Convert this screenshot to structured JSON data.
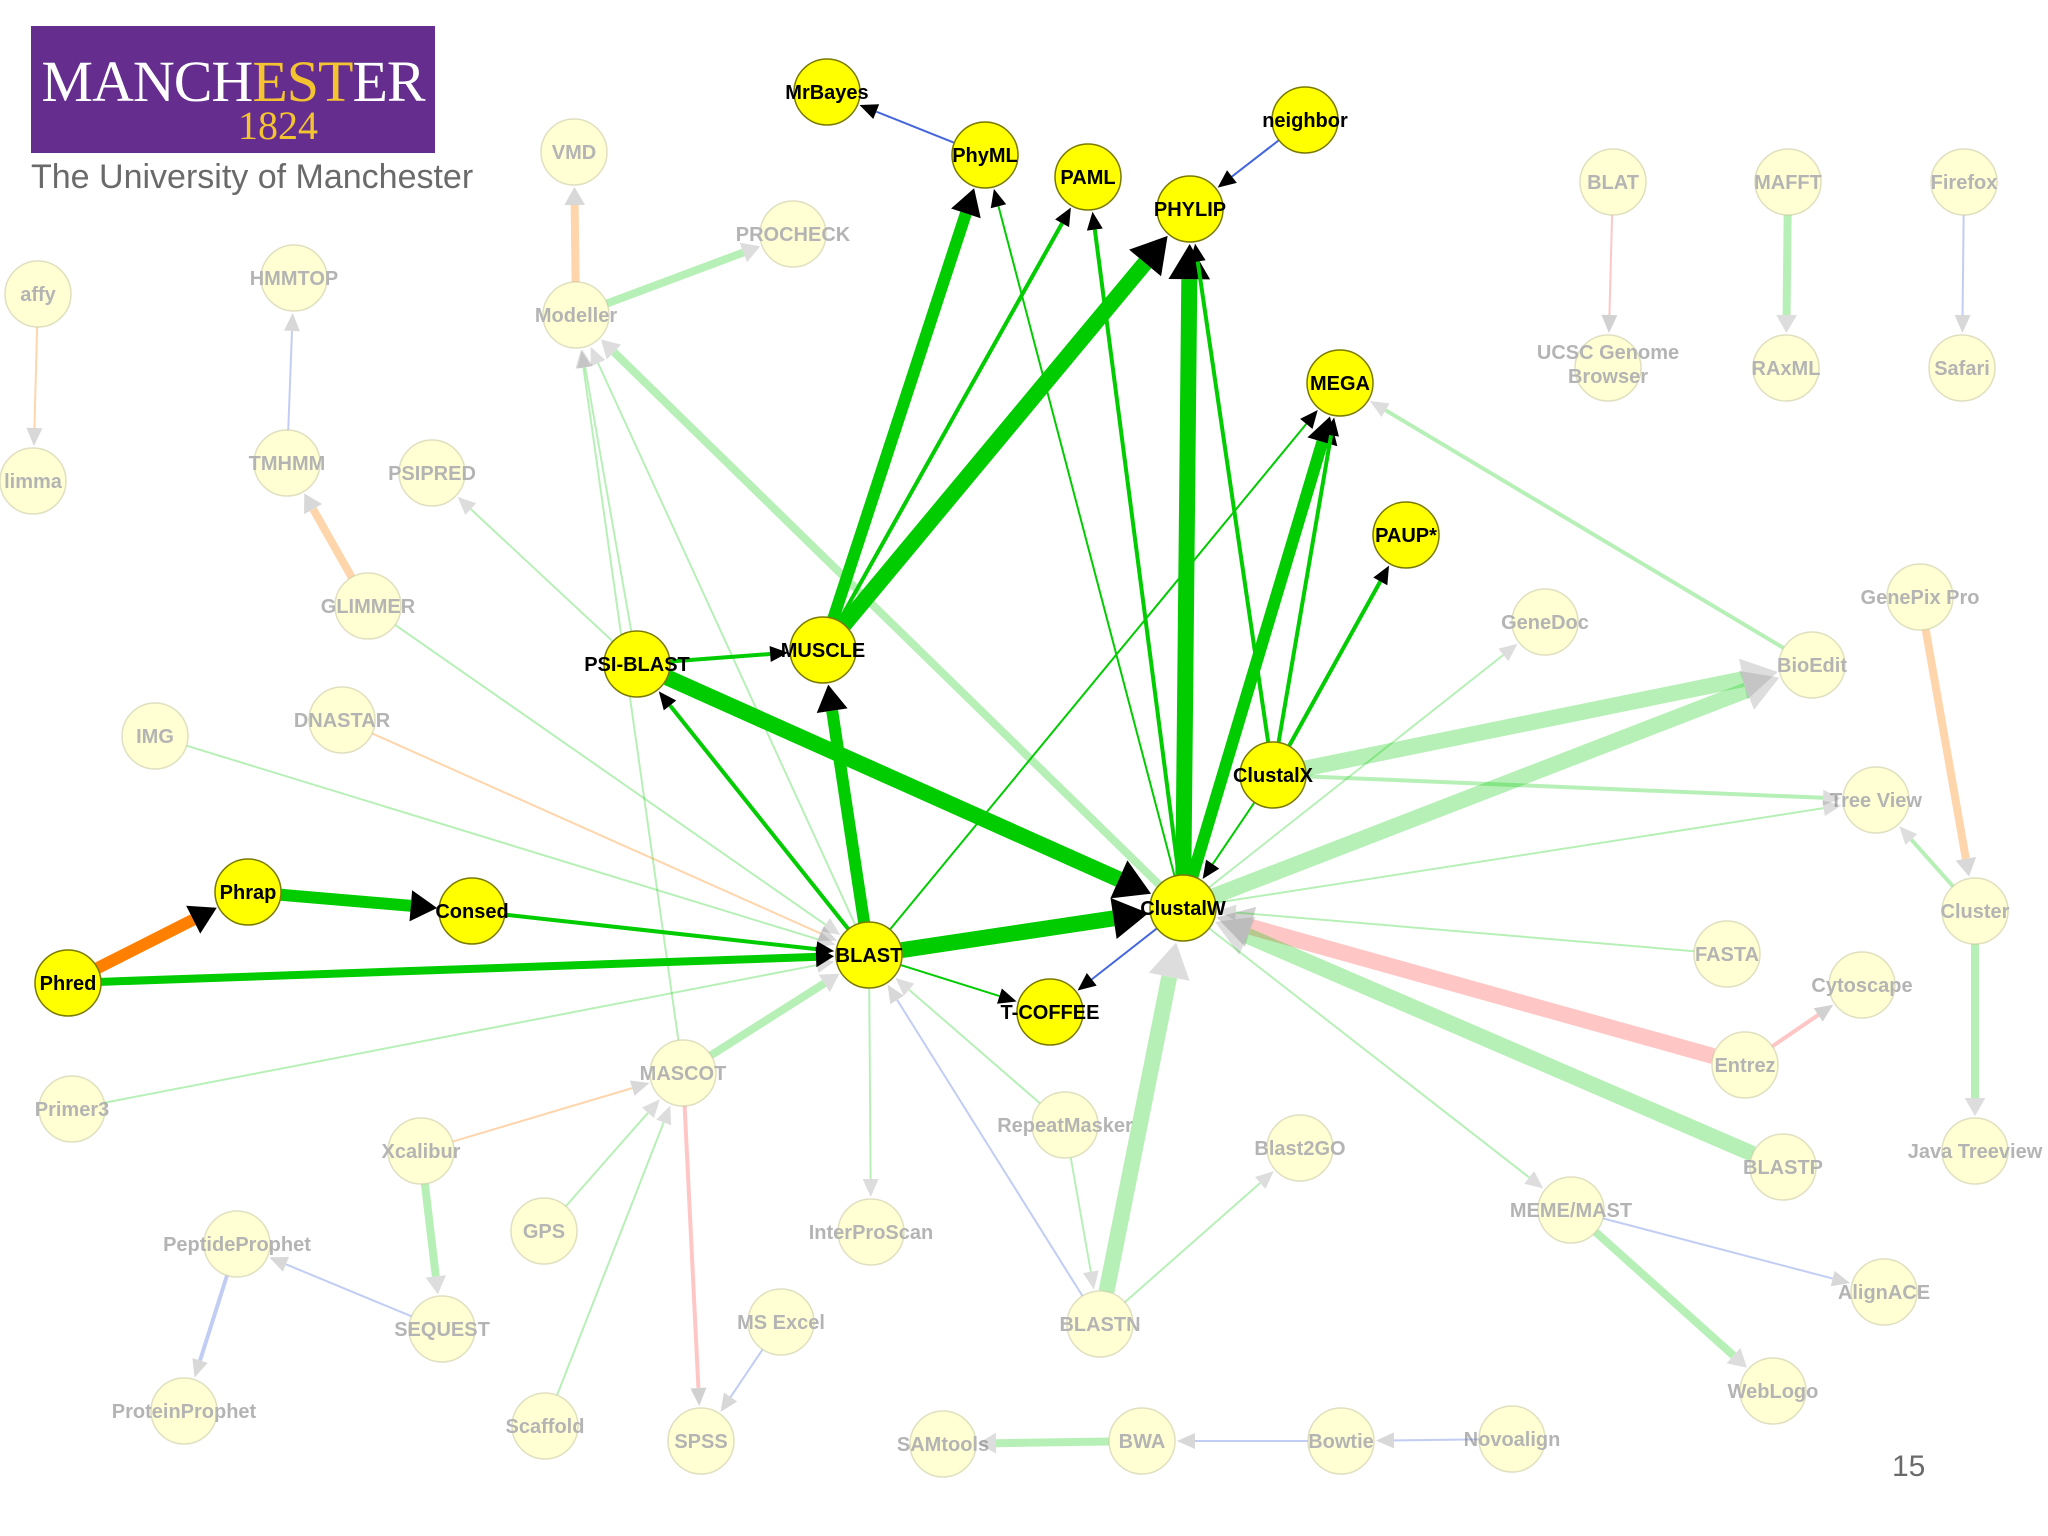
{
  "logo": {
    "word_start": "MANCH",
    "word_gold": "EST",
    "word_end": "ER",
    "year": "1824",
    "caption": "The University of Manchester"
  },
  "page_number": "15",
  "colors": {
    "node_fill": "#ffff00",
    "faded_node_fill": "#ffffb0",
    "green": "#00cc00",
    "orange": "#ff8000",
    "red": "#ff6b6b",
    "blue": "#4466dd"
  },
  "nodes": [
    {
      "id": "MrBayes",
      "label": "MrBayes",
      "highlighted": true
    },
    {
      "id": "PhyML",
      "label": "PhyML",
      "highlighted": true
    },
    {
      "id": "PAML",
      "label": "PAML",
      "highlighted": true
    },
    {
      "id": "neighbor",
      "label": "neighbor",
      "highlighted": true
    },
    {
      "id": "PHYLIP",
      "label": "PHYLIP",
      "highlighted": true
    },
    {
      "id": "MEGA",
      "label": "MEGA",
      "highlighted": true
    },
    {
      "id": "PAUP",
      "label": "PAUP*",
      "highlighted": true
    },
    {
      "id": "PSIBLAST",
      "label": "PSI-BLAST",
      "highlighted": true
    },
    {
      "id": "MUSCLE",
      "label": "MUSCLE",
      "highlighted": true
    },
    {
      "id": "ClustalX",
      "label": "ClustalX",
      "highlighted": true
    },
    {
      "id": "ClustalW",
      "label": "ClustalW",
      "highlighted": true
    },
    {
      "id": "Phrap",
      "label": "Phrap",
      "highlighted": true
    },
    {
      "id": "Consed",
      "label": "Consed",
      "highlighted": true
    },
    {
      "id": "Phred",
      "label": "Phred",
      "highlighted": true
    },
    {
      "id": "BLAST",
      "label": "BLAST",
      "highlighted": true
    },
    {
      "id": "TCOFFEE",
      "label": "T-COFFEE",
      "highlighted": true
    },
    {
      "id": "VMD",
      "label": "VMD",
      "highlighted": false
    },
    {
      "id": "PROCHECK",
      "label": "PROCHECK",
      "highlighted": false
    },
    {
      "id": "Modeller",
      "label": "Modeller",
      "highlighted": false
    },
    {
      "id": "affy",
      "label": "affy",
      "highlighted": false
    },
    {
      "id": "HMMTOP",
      "label": "HMMTOP",
      "highlighted": false
    },
    {
      "id": "limma",
      "label": "limma",
      "highlighted": false
    },
    {
      "id": "TMHMM",
      "label": "TMHMM",
      "highlighted": false
    },
    {
      "id": "PSIPRED",
      "label": "PSIPRED",
      "highlighted": false
    },
    {
      "id": "GLIMMER",
      "label": "GLIMMER",
      "highlighted": false
    },
    {
      "id": "IMG",
      "label": "IMG",
      "highlighted": false
    },
    {
      "id": "DNASTAR",
      "label": "DNASTAR",
      "highlighted": false
    },
    {
      "id": "BLAT",
      "label": "BLAT",
      "highlighted": false
    },
    {
      "id": "MAFFT",
      "label": "MAFFT",
      "highlighted": false
    },
    {
      "id": "Firefox",
      "label": "Firefox",
      "highlighted": false
    },
    {
      "id": "UCSC",
      "label": "UCSC Genome Browser",
      "highlighted": false
    },
    {
      "id": "RAxML",
      "label": "RAxML",
      "highlighted": false
    },
    {
      "id": "Safari",
      "label": "Safari",
      "highlighted": false
    },
    {
      "id": "GeneDoc",
      "label": "GeneDoc",
      "highlighted": false
    },
    {
      "id": "GenePixPro",
      "label": "GenePix Pro",
      "highlighted": false
    },
    {
      "id": "BioEdit",
      "label": "BioEdit",
      "highlighted": false
    },
    {
      "id": "TreeView",
      "label": "Tree View",
      "highlighted": false
    },
    {
      "id": "Cluster",
      "label": "Cluster",
      "highlighted": false
    },
    {
      "id": "FASTA",
      "label": "FASTA",
      "highlighted": false
    },
    {
      "id": "Cytoscape",
      "label": "Cytoscape",
      "highlighted": false
    },
    {
      "id": "Entrez",
      "label": "Entrez",
      "highlighted": false
    },
    {
      "id": "JavaTreeview",
      "label": "Java Treeview",
      "highlighted": false
    },
    {
      "id": "BLASTP",
      "label": "BLASTP",
      "highlighted": false
    },
    {
      "id": "MEMEMAST",
      "label": "MEME/MAST",
      "highlighted": false
    },
    {
      "id": "AlignACE",
      "label": "AlignACE",
      "highlighted": false
    },
    {
      "id": "WebLogo",
      "label": "WebLogo",
      "highlighted": false
    },
    {
      "id": "Primer3",
      "label": "Primer3",
      "highlighted": false
    },
    {
      "id": "MASCOT",
      "label": "MASCOT",
      "highlighted": false
    },
    {
      "id": "Xcalibur",
      "label": "Xcalibur",
      "highlighted": false
    },
    {
      "id": "RepeatMasker",
      "label": "RepeatMasker",
      "highlighted": false
    },
    {
      "id": "Blast2GO",
      "label": "Blast2GO",
      "highlighted": false
    },
    {
      "id": "GPS",
      "label": "GPS",
      "highlighted": false
    },
    {
      "id": "InterProScan",
      "label": "InterProScan",
      "highlighted": false
    },
    {
      "id": "PeptideProphet",
      "label": "PeptideProphet",
      "highlighted": false
    },
    {
      "id": "SEQUEST",
      "label": "SEQUEST",
      "highlighted": false
    },
    {
      "id": "MSExcel",
      "label": "MS Excel",
      "highlighted": false
    },
    {
      "id": "BLASTN",
      "label": "BLASTN",
      "highlighted": false
    },
    {
      "id": "ProteinProphet",
      "label": "ProteinProphet",
      "highlighted": false
    },
    {
      "id": "Scaffold",
      "label": "Scaffold",
      "highlighted": false
    },
    {
      "id": "SPSS",
      "label": "SPSS",
      "highlighted": false
    },
    {
      "id": "SAMtools",
      "label": "SAMtools",
      "highlighted": false
    },
    {
      "id": "BWA",
      "label": "BWA",
      "highlighted": false
    },
    {
      "id": "Bowtie",
      "label": "Bowtie",
      "highlighted": false
    },
    {
      "id": "Novoalign",
      "label": "Novoalign",
      "highlighted": false
    }
  ],
  "edges": [
    {
      "from": "PhyML",
      "to": "MrBayes",
      "color": "blue",
      "weight": 1,
      "highlighted": true
    },
    {
      "from": "neighbor",
      "to": "PHYLIP",
      "color": "blue",
      "weight": 1,
      "highlighted": true
    },
    {
      "from": "MUSCLE",
      "to": "PhyML",
      "color": "green",
      "weight": 4,
      "highlighted": true
    },
    {
      "from": "MUSCLE",
      "to": "PAML",
      "color": "green",
      "weight": 2,
      "highlighted": true
    },
    {
      "from": "MUSCLE",
      "to": "PHYLIP",
      "color": "green",
      "weight": 5,
      "highlighted": true
    },
    {
      "from": "PSIBLAST",
      "to": "MUSCLE",
      "color": "green",
      "weight": 2,
      "highlighted": true
    },
    {
      "from": "BLAST",
      "to": "MUSCLE",
      "color": "green",
      "weight": 4,
      "highlighted": true
    },
    {
      "from": "BLAST",
      "to": "PSIBLAST",
      "color": "green",
      "weight": 2,
      "highlighted": true
    },
    {
      "from": "PSIBLAST",
      "to": "ClustalW",
      "color": "green",
      "weight": 5,
      "highlighted": true
    },
    {
      "from": "ClustalW",
      "to": "PhyML",
      "color": "green",
      "weight": 1,
      "highlighted": true
    },
    {
      "from": "ClustalW",
      "to": "PAML",
      "color": "green",
      "weight": 2,
      "highlighted": true
    },
    {
      "from": "ClustalW",
      "to": "PHYLIP",
      "color": "green",
      "weight": 5,
      "highlighted": true
    },
    {
      "from": "ClustalW",
      "to": "MEGA",
      "color": "green",
      "weight": 4,
      "highlighted": true
    },
    {
      "from": "ClustalX",
      "to": "PHYLIP",
      "color": "green",
      "weight": 2,
      "highlighted": true
    },
    {
      "from": "ClustalX",
      "to": "MEGA",
      "color": "green",
      "weight": 2,
      "highlighted": true
    },
    {
      "from": "ClustalX",
      "to": "PAUP",
      "color": "green",
      "weight": 2,
      "highlighted": true
    },
    {
      "from": "ClustalX",
      "to": "ClustalW",
      "color": "green",
      "weight": 1,
      "highlighted": true
    },
    {
      "from": "BLAST",
      "to": "MEGA",
      "color": "green",
      "weight": 1,
      "highlighted": true
    },
    {
      "from": "BLAST",
      "to": "ClustalW",
      "color": "green",
      "weight": 5,
      "highlighted": true
    },
    {
      "from": "BLAST",
      "to": "TCOFFEE",
      "color": "green",
      "weight": 1,
      "highlighted": true
    },
    {
      "from": "ClustalW",
      "to": "TCOFFEE",
      "color": "blue",
      "weight": 1,
      "highlighted": true
    },
    {
      "from": "Phred",
      "to": "Phrap",
      "color": "orange",
      "weight": 4,
      "highlighted": true
    },
    {
      "from": "Phrap",
      "to": "Consed",
      "color": "green",
      "weight": 4,
      "highlighted": true
    },
    {
      "from": "Consed",
      "to": "BLAST",
      "color": "green",
      "weight": 2,
      "highlighted": true
    },
    {
      "from": "Phred",
      "to": "BLAST",
      "color": "green",
      "weight": 3,
      "highlighted": true
    },
    {
      "from": "Modeller",
      "to": "VMD",
      "color": "orange",
      "weight": 3,
      "highlighted": false
    },
    {
      "from": "Modeller",
      "to": "PROCHECK",
      "color": "green",
      "weight": 3,
      "highlighted": false
    },
    {
      "from": "affy",
      "to": "limma",
      "color": "orange",
      "weight": 1,
      "highlighted": false
    },
    {
      "from": "TMHMM",
      "to": "HMMTOP",
      "color": "blue",
      "weight": 1,
      "highlighted": false
    },
    {
      "from": "GLIMMER",
      "to": "TMHMM",
      "color": "orange",
      "weight": 3,
      "highlighted": false
    },
    {
      "from": "BLAT",
      "to": "UCSC",
      "color": "red",
      "weight": 1,
      "highlighted": false
    },
    {
      "from": "MAFFT",
      "to": "RAxML",
      "color": "green",
      "weight": 3,
      "highlighted": false
    },
    {
      "from": "Firefox",
      "to": "Safari",
      "color": "blue",
      "weight": 1,
      "highlighted": false
    },
    {
      "from": "GenePixPro",
      "to": "Cluster",
      "color": "orange",
      "weight": 3,
      "highlighted": false
    },
    {
      "from": "Cluster",
      "to": "TreeView",
      "color": "green",
      "weight": 2,
      "highlighted": false
    },
    {
      "from": "Cluster",
      "to": "JavaTreeview",
      "color": "green",
      "weight": 3,
      "highlighted": false
    },
    {
      "from": "BioEdit",
      "to": "MEGA",
      "color": "green",
      "weight": 2,
      "highlighted": false
    },
    {
      "from": "ClustalX",
      "to": "BioEdit",
      "color": "green",
      "weight": 5,
      "highlighted": false
    },
    {
      "from": "ClustalX",
      "to": "TreeView",
      "color": "green",
      "weight": 2,
      "highlighted": false
    },
    {
      "from": "ClustalW",
      "to": "BioEdit",
      "color": "green",
      "weight": 5,
      "highlighted": false
    },
    {
      "from": "ClustalW",
      "to": "TreeView",
      "color": "green",
      "weight": 1,
      "highlighted": false
    },
    {
      "from": "ClustalW",
      "to": "GeneDoc",
      "color": "green",
      "weight": 1,
      "highlighted": false
    },
    {
      "from": "ClustalW",
      "to": "Modeller",
      "color": "green",
      "weight": 3,
      "highlighted": false
    },
    {
      "from": "Entrez",
      "to": "ClustalW",
      "color": "red",
      "weight": 5,
      "highlighted": false
    },
    {
      "from": "Entrez",
      "to": "Cytoscape",
      "color": "red",
      "weight": 2,
      "highlighted": false
    },
    {
      "from": "BLASTP",
      "to": "ClustalW",
      "color": "green",
      "weight": 5,
      "highlighted": false
    },
    {
      "from": "FASTA",
      "to": "ClustalW",
      "color": "green",
      "weight": 1,
      "highlighted": false
    },
    {
      "from": "ClustalW",
      "to": "MEMEMAST",
      "color": "green",
      "weight": 1,
      "highlighted": false
    },
    {
      "from": "MEMEMAST",
      "to": "AlignACE",
      "color": "blue",
      "weight": 1,
      "highlighted": false
    },
    {
      "from": "MEMEMAST",
      "to": "WebLogo",
      "color": "green",
      "weight": 3,
      "highlighted": false
    },
    {
      "from": "BLASTN",
      "to": "ClustalW",
      "color": "green",
      "weight": 5,
      "highlighted": false
    },
    {
      "from": "BLASTN",
      "to": "BLAST",
      "color": "blue",
      "weight": 1,
      "highlighted": false
    },
    {
      "from": "BLASTN",
      "to": "Blast2GO",
      "color": "green",
      "weight": 1,
      "highlighted": false
    },
    {
      "from": "RepeatMasker",
      "to": "BLAST",
      "color": "green",
      "weight": 1,
      "highlighted": false
    },
    {
      "from": "RepeatMasker",
      "to": "BLASTN",
      "color": "green",
      "weight": 1,
      "highlighted": false
    },
    {
      "from": "BLAST",
      "to": "InterProScan",
      "color": "green",
      "weight": 1,
      "highlighted": false
    },
    {
      "from": "MASCOT",
      "to": "BLAST",
      "color": "green",
      "weight": 3,
      "highlighted": false
    },
    {
      "from": "MASCOT",
      "to": "SPSS",
      "color": "red",
      "weight": 2,
      "highlighted": false
    },
    {
      "from": "MASCOT",
      "to": "Modeller",
      "color": "green",
      "weight": 1,
      "highlighted": false
    },
    {
      "from": "Xcalibur",
      "to": "MASCOT",
      "color": "orange",
      "weight": 1,
      "highlighted": false
    },
    {
      "from": "Xcalibur",
      "to": "SEQUEST",
      "color": "green",
      "weight": 3,
      "highlighted": false
    },
    {
      "from": "SEQUEST",
      "to": "PeptideProphet",
      "color": "blue",
      "weight": 1,
      "highlighted": false
    },
    {
      "from": "PeptideProphet",
      "to": "ProteinProphet",
      "color": "blue",
      "weight": 2,
      "highlighted": false
    },
    {
      "from": "GPS",
      "to": "MASCOT",
      "color": "green",
      "weight": 1,
      "highlighted": false
    },
    {
      "from": "Scaffold",
      "to": "MASCOT",
      "color": "green",
      "weight": 1,
      "highlighted": false
    },
    {
      "from": "MSExcel",
      "to": "SPSS",
      "color": "blue",
      "weight": 1,
      "highlighted": false
    },
    {
      "from": "Primer3",
      "to": "BLAST",
      "color": "green",
      "weight": 1,
      "highlighted": false
    },
    {
      "from": "IMG",
      "to": "BLAST",
      "color": "green",
      "weight": 1,
      "highlighted": false
    },
    {
      "from": "DNASTAR",
      "to": "BLAST",
      "color": "orange",
      "weight": 1,
      "highlighted": false
    },
    {
      "from": "GLIMMER",
      "to": "BLAST",
      "color": "green",
      "weight": 1,
      "highlighted": false
    },
    {
      "from": "PSIBLAST",
      "to": "PSIPRED",
      "color": "green",
      "weight": 1,
      "highlighted": false
    },
    {
      "from": "BLAST",
      "to": "Modeller",
      "color": "green",
      "weight": 1,
      "highlighted": false
    },
    {
      "from": "PSIBLAST",
      "to": "Modeller",
      "color": "green",
      "weight": 1,
      "highlighted": false
    },
    {
      "from": "Bowtie",
      "to": "BWA",
      "color": "blue",
      "weight": 1,
      "highlighted": false
    },
    {
      "from": "Novoalign",
      "to": "Bowtie",
      "color": "blue",
      "weight": 1,
      "highlighted": false
    },
    {
      "from": "BWA",
      "to": "SAMtools",
      "color": "green",
      "weight": 3,
      "highlighted": false
    }
  ]
}
